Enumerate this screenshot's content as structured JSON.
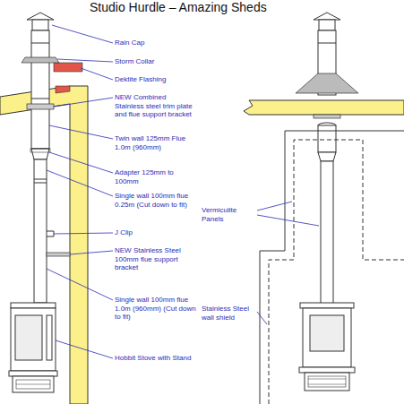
{
  "diagram": {
    "title": "Studio Hurdle – Amazing Sheds",
    "labels": [
      "Rain Cap",
      "Storm Collar",
      "Dektite Flashing",
      "NEW Combined Stainless steel trim plate and flue support bracket",
      "Twin wall 125mm Flue 1.0m (960mm)",
      "Adapter 125mm to 100mm",
      "Single wall 100mm flue 0.25m (Cut down to fit)",
      "J Clip",
      "NEW Stainless Steel 100mm flue support bracket",
      "Single wall 100mm flue 1.0m (960mm) (Cut down to fit)",
      "Hobbit Stove with Stand",
      "Vermiculite Panels",
      "Stainless Steel wall shield"
    ]
  }
}
